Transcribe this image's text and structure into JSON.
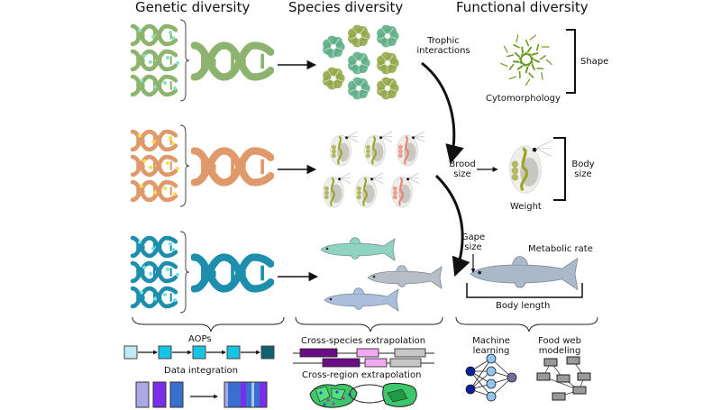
{
  "headings": {
    "genetic": "Genetic diversity",
    "species": "Species diversity",
    "functional": "Functional diversity"
  },
  "rows": [
    {
      "name": "algae",
      "dna_color": "#8db36e",
      "dot_color": "#7fe3c4",
      "organism_colors": [
        "#5fae86",
        "#93a84a"
      ]
    },
    {
      "name": "daphnia",
      "dna_color": "#e0996a",
      "dot_color": "#f7e04a",
      "organism_colors": [
        "#9aa426",
        "#ef7e6b"
      ]
    },
    {
      "name": "fish",
      "dna_color": "#1d8fac",
      "dot_color": "#6fe0ef",
      "organism_colors": [
        "#8ed4c0",
        "#b8bec6",
        "#a9bfdc"
      ]
    }
  ],
  "functional": {
    "trophic": [
      "Trophic",
      "interactions"
    ],
    "shape": "Shape",
    "cytomorphology": "Cytomorphology",
    "brood": [
      "Brood",
      "size"
    ],
    "body_size": [
      "Body",
      "size"
    ],
    "weight": "Weight",
    "gape": [
      "Gape",
      "size"
    ],
    "metabolic": "Metabolic rate",
    "body_length": "Body length"
  },
  "bottom": {
    "aops": "AOPs",
    "aop_colors": [
      "#bfeaf5",
      "#16c4e6",
      "#16c4e6",
      "#16c4e6",
      "#11606f"
    ],
    "data_integration": "Data integration",
    "data_colors": [
      "#a9a9e6",
      "#7a2ee8",
      "#3a6fcf"
    ],
    "cross_species": "Cross-species extrapolation",
    "cross_region": "Cross-region extrapolation",
    "machine_learning": [
      "Machine",
      "learning"
    ],
    "food_web": [
      "Food web",
      "modeling"
    ]
  }
}
